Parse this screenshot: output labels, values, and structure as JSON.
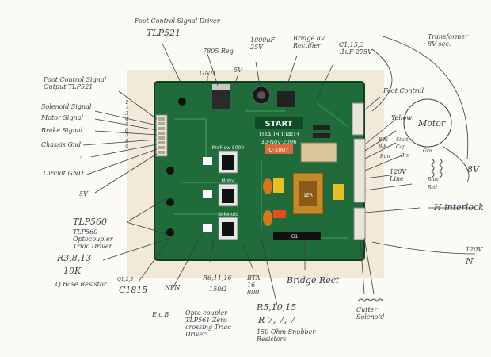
{
  "board": {
    "logo": "START",
    "part_number": "TDA0800403",
    "date": "30-Nov-2006",
    "label_motor": "Motor",
    "label_solenoid": "Solenoid",
    "label_pro": "ProFlow 5000",
    "sticker": "C-1007",
    "transformer_part": "1ER",
    "g1": "G1"
  },
  "annotations": {
    "foot_control_signal_driver": "Foot Control Signal Driver",
    "tlp521": "TLP521",
    "reg_7805": "7805 Reg",
    "gnd": "GND",
    "five_v_top": "5V",
    "cap_1000uf": "1000uF 25V",
    "bridge_rect": "Bridge 8V Rectifier",
    "c1_15_3": "C1,15,3 .1uF 275V",
    "transformer": "Transformer 8V sec.",
    "foot_control_signal_output": "Foot Control Signal Output TLP521",
    "solenoid_signal": "Solenoid Signal",
    "motor_signal": "Motor Signal",
    "brake_signal": "Brake Signal",
    "chassis_gnd": "Chassis Gnd.",
    "question": "?",
    "circuit_gnd": "Circuit GND",
    "five_v_left": "5V",
    "foot_control_right": "Foot Control",
    "yellow": "Yellow",
    "motor": "Motor",
    "white": "Whi",
    "black": "Blk",
    "start_cap": "Start Cap",
    "run": "Run",
    "green": "Grn",
    "brown": "Brn",
    "v120_line": "120V Line",
    "wire_blue": "Blue",
    "wire_red": "Red",
    "eight_v": "8V",
    "h_interlock": "H interlock",
    "v120": "120V",
    "n_label": "N",
    "tlp560": "TLP560 Optocoupler Triac Driver",
    "r3_8_13": "R3,8,13",
    "ten_k": "10K",
    "q_base": "Q Base Resistor",
    "q_list": "Q1,2,3",
    "c1815": "C1815",
    "npn": "NPN",
    "ecb": "E c B",
    "opto_zero": "Opto coupler TLP561 Zero crossing Triac Driver",
    "r6_11_16": "R6,11,16",
    "ohm150": "150Ω",
    "bta16": "BTA 16 800",
    "bridge_rect_bottom": "Bridge Rect",
    "r5_list": "R5,10,15",
    "r_list2": "R 7, 7, 7",
    "snubber": "150 Ohm Snubber Resistors",
    "cutter_solenoid": "Cutter Solenoid",
    "pin_numbers": [
      "1",
      "2",
      "3",
      "4",
      "5",
      "6",
      "7",
      "8",
      "9"
    ]
  },
  "colors": {
    "pcb": "#1f6b3a",
    "pcb_dark": "#164f2a",
    "ink": "#3a3a4a",
    "photo_bg": "#f3eadb"
  }
}
